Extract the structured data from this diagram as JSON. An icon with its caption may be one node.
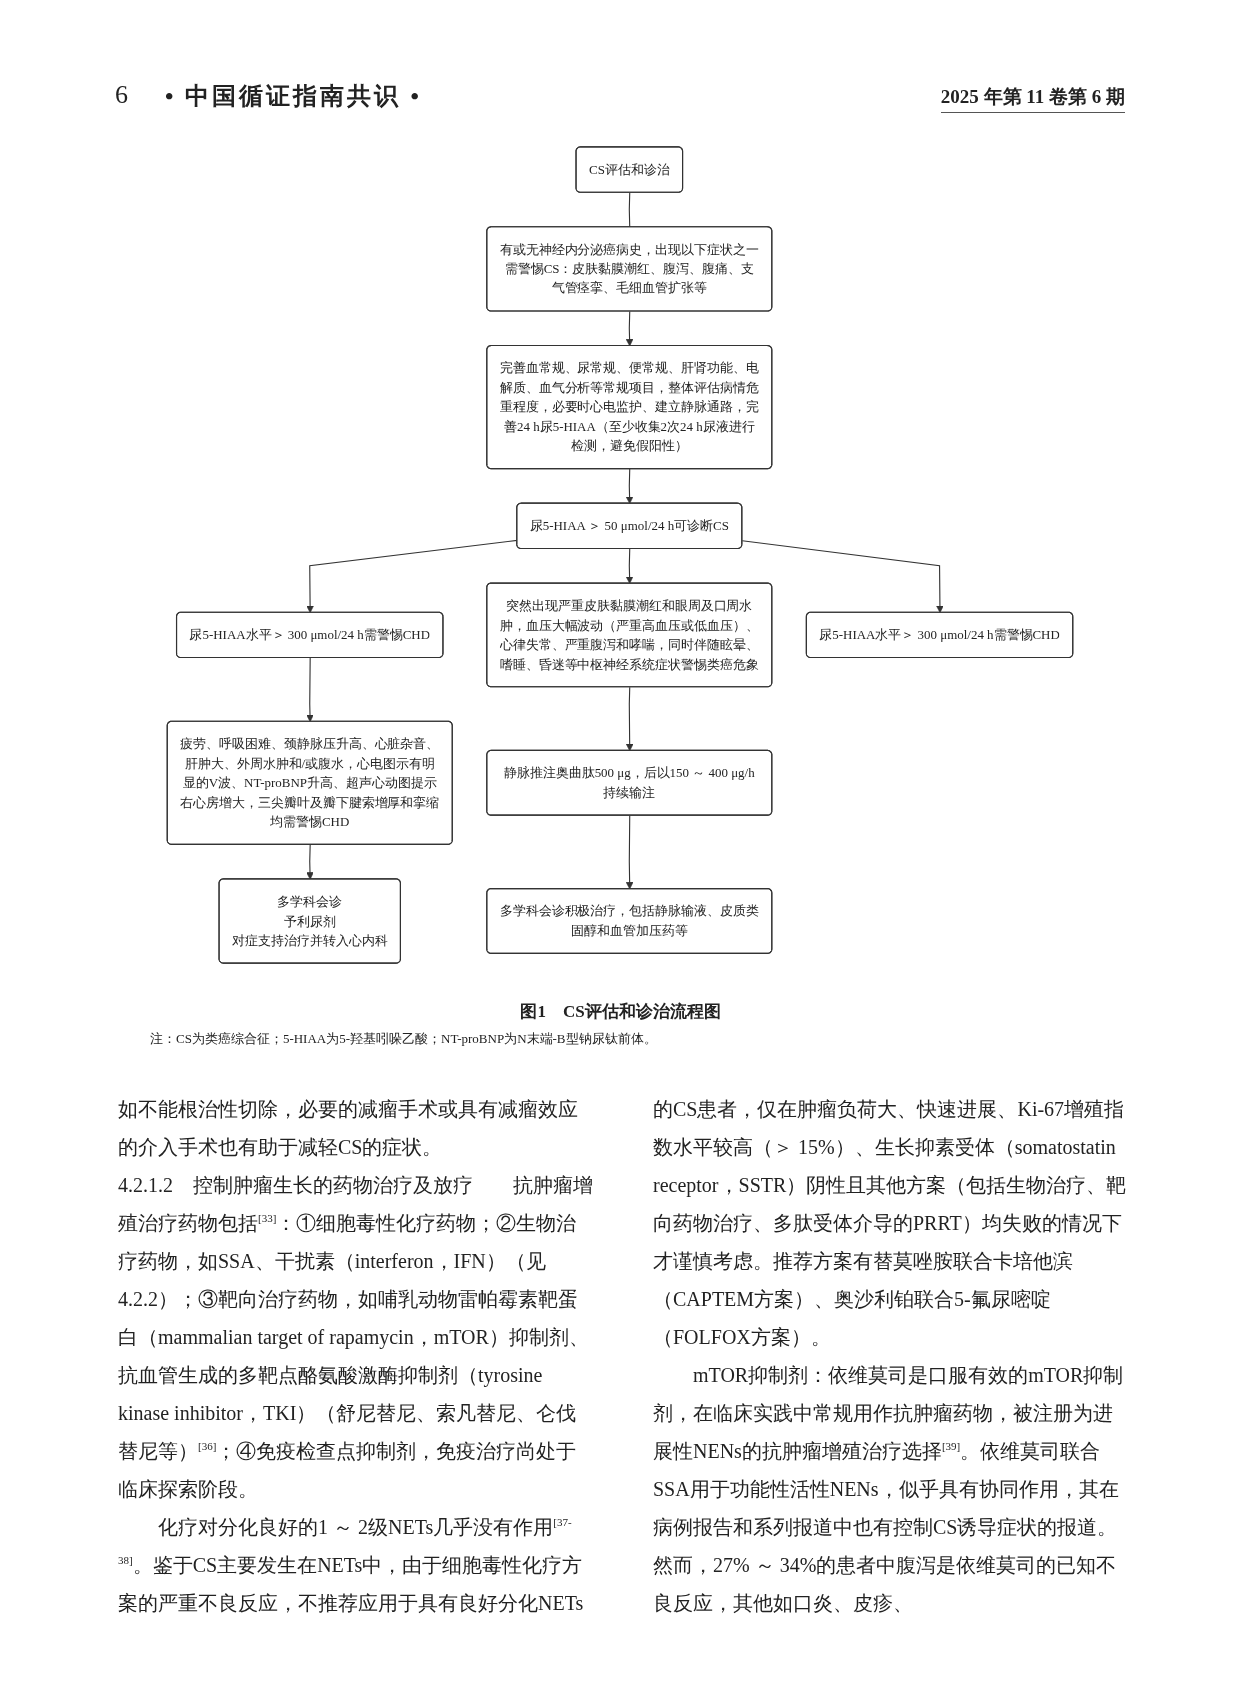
{
  "diagram": {
    "caption": "图1　CS评估和诊治流程图",
    "nodes": [
      {
        "text": [
          "CS评估和诊治"
        ]
      },
      {
        "text": [
          "有或无神经内分泌癌病史，出现以下症状之一需警惕CS：皮肤黏膜潮红、腹泻、腹痛、支气管痉挛、毛细血管扩张等"
        ]
      },
      {
        "text": [
          "完善血常规、尿常规、便常规、肝肾功能、电解质、血气分析等常规项目，整体评估病情危重程度，必要时心电监护、建立静脉通路，完善24 h尿5-HIAA（至少收集2次24 h尿液进行检测，避免假阳性）"
        ]
      },
      {
        "text": [
          "尿5-HIAA ＞ 50 μmol/24 h可诊断CS"
        ]
      },
      {
        "text": [
          "尿5-HIAA水平＞ 300 μmol/24 h需警惕CHD"
        ]
      },
      {
        "text": [
          "突然出现严重皮肤黏膜潮红和眼周及口周水肿，血压大幅波动（严重高血压或低血压）、心律失常、严重腹泻和哮喘，同时伴随眩晕、嗜睡、昏迷等中枢神经系统症状警惕类癌危象"
        ]
      },
      {
        "text": [
          "尿5-HIAA水平＞ 300 μmol/24 h需警惕CHD"
        ]
      },
      {
        "text": [
          "疲劳、呼吸困难、颈静脉压升高、心脏杂音、肝肿大、外周水肿和/或腹水，心电图示有明显的V波、NT-proBNP升高、超声心动图提示右心房增大，三尖瓣叶及瓣下腱索增厚和挛缩均需警惕CHD"
        ]
      },
      {
        "text": [
          "静脉推注奥曲肽500 μg，后以150 ～ 400 μg/h持续输注"
        ]
      },
      {
        "text": [
          "多学科会诊",
          "予利尿剂",
          "对症支持治疗并转入心内科"
        ]
      },
      {
        "text": [
          "多学科会诊积极治疗，包括静脉输液、皮质类固醇和血管加压药等"
        ]
      }
    ],
    "edges": [
      {
        "from": 0,
        "to": 1,
        "arrow": "none"
      },
      {
        "from": 1,
        "to": 2,
        "arrow": "to"
      },
      {
        "from": 2,
        "to": 3,
        "arrow": "to"
      },
      {
        "from": 3,
        "to": 4,
        "arrow": "to"
      },
      {
        "from": 3,
        "to": 5,
        "arrow": "to"
      },
      {
        "from": 3,
        "to": 6,
        "arrow": "to"
      },
      {
        "from": 4,
        "to": 7,
        "arrow": "to"
      },
      {
        "from": 7,
        "to": 9,
        "arrow": "to"
      },
      {
        "from": 5,
        "to": 8,
        "arrow": "to"
      },
      {
        "from": 8,
        "to": 10,
        "arrow": "to"
      }
    ],
    "labels": [
      "6",
      "• 中国循证指南共识 •",
      "2025 年第 11 卷第 6 期",
      "注：CS为类癌综合征；5-HIAA为5-羟基吲哚乙酸；NT-proBNP为N末端-B型钠尿钛前体。",
      "如不能根治性切除，必要的减瘤手术或具有减瘤效应的介入手术也有助于减轻CS的症状。",
      "4.2.1.2　控制肿瘤生长的药物治疗及放疗",
      "抗肿瘤增殖治疗药物包括$^{[33]}$：①细胞毒性化疗药物；②生物治疗药物，如SSA、干扰素（interferon，IFN）（见4.2.2）；③靶向治疗药物，如哺乳动物雷帕霉素靶蛋白（mammalian target of rapamycin，mTOR）抑制剂、抗血管生成的多靶点酪氨酸激酶抑制剂（tyrosine kinase inhibitor，TKI）（舒尼替尼、索凡替尼、仑伐替尼等）$^{[36]}$；④免疫检查点抑制剂，免疫治疗尚处于临床探索阶段。",
      "化疗对分化良好的1 ～ 2级NETs几乎没有作用$^{[37-38]}$。鉴于CS主要发生在NETs中，由于细胞毒性化疗方案的严重不良反应，不推荐应用于具有良好分化NETs的CS患者，仅在肿瘤负荷大、快速进展、Ki-67增殖指数水平较高（＞ 15%）、生长抑素受体（somatostatin receptor，SSTR）阴性且其他方案（包括生物治疗、靶向药物治疗、多肽受体介导的PRRT）均失败的情况下才谨慎考虑。推荐方案有替莫唑胺联合卡培他滨（CAPTEM方案）、奥沙利铂联合5-氟尿嘧啶（FOLFOX方案）。",
      "mTOR抑制剂：依维莫司是口服有效的mTOR抑制剂，在临床实践中常规用作抗肿瘤药物，被注册为进展性NENs的抗肿瘤增殖治疗选择$^{[39]}$。依维莫司联合SSA用于功能性活性NENs，似乎具有协同作用，其在病例报告和系列报道中也有控制CS诱导症状的报道。然而，27% ～ 34%的患者中腹泻是依维莫司的已知不良反应，其他如口炎、皮疹、"
    ]
  }
}
